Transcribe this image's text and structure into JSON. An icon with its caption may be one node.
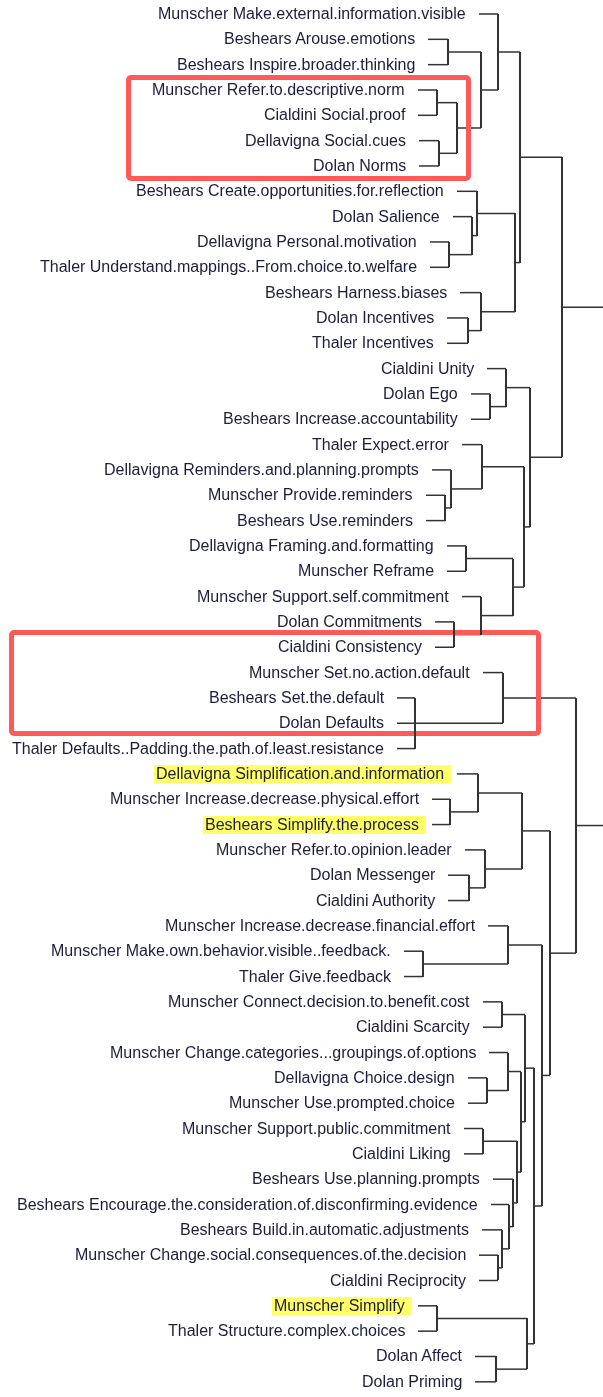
{
  "diagram": {
    "nodes": [
      {
        "text": [],
        "shape": "box"
      },
      {
        "text": [],
        "shape": "box"
      },
      {
        "text": [
          "Munscher Make.external.information.visible"
        ]
      },
      {
        "text": [
          "Beshears Arouse.emotions"
        ]
      },
      {
        "text": [
          "Beshears Inspire.broader.thinking"
        ]
      },
      {
        "text": [
          "Munscher Refer.to.descriptive.norm"
        ],
        "in": 0
      },
      {
        "text": [
          "Cialdini Social.proof"
        ],
        "in": 0
      },
      {
        "text": [
          "Dellavigna Social.cues"
        ],
        "in": 0
      },
      {
        "text": [
          "Dolan Norms"
        ],
        "in": 0
      },
      {
        "text": [
          "Beshears Create.opportunities.for.reflection"
        ]
      },
      {
        "text": [
          "Dolan Salience"
        ]
      },
      {
        "text": [
          "Dellavigna Personal.motivation"
        ]
      },
      {
        "text": [
          "Thaler Understand.mappings..From.choice.to.welfare"
        ]
      },
      {
        "text": [
          "Beshears Harness.biases"
        ]
      },
      {
        "text": [
          "Dolan Incentives"
        ]
      },
      {
        "text": [
          "Thaler Incentives"
        ]
      },
      {
        "text": [
          "Cialdini Unity"
        ]
      },
      {
        "text": [
          "Dolan Ego"
        ]
      },
      {
        "text": [
          "Beshears Increase.accountability"
        ]
      },
      {
        "text": [
          "Thaler Expect.error"
        ]
      },
      {
        "text": [
          "Dellavigna Reminders.and.planning.prompts"
        ]
      },
      {
        "text": [
          "Munscher Provide.reminders"
        ]
      },
      {
        "text": [
          "Beshears Use.reminders"
        ]
      },
      {
        "text": [
          "Dellavigna Framing.and.formatting"
        ]
      },
      {
        "text": [
          "Munscher Reframe"
        ]
      },
      {
        "text": [
          "Munscher Support.self.commitment"
        ]
      },
      {
        "text": [
          "Dolan Commitments"
        ]
      },
      {
        "text": [
          "Cialdini Consistency"
        ],
        "in": 1
      },
      {
        "text": [
          "Munscher Set.no.action.default"
        ],
        "in": 1
      },
      {
        "text": [
          "Beshears Set.the.default"
        ],
        "in": 1
      },
      {
        "text": [
          "Dolan Defaults"
        ],
        "in": 1
      },
      {
        "text": [
          "Thaler Defaults..Padding.the.path.of.least.resistance"
        ]
      },
      {
        "text": [
          "Dellavigna Simplification.and.information"
        ]
      },
      {
        "text": [
          "Munscher Increase.decrease.physical.effort"
        ]
      },
      {
        "text": [
          "Beshears Simplify.the.process"
        ]
      },
      {
        "text": [
          "Munscher Refer.to.opinion.leader"
        ]
      },
      {
        "text": [
          "Dolan Messenger"
        ]
      },
      {
        "text": [
          "Cialdini Authority"
        ]
      },
      {
        "text": [
          "Munscher Increase.decrease.financial.effort"
        ]
      },
      {
        "text": [
          "Munscher Make.own.behavior.visible..feedback."
        ]
      },
      {
        "text": [
          "Thaler Give.feedback"
        ]
      },
      {
        "text": [
          "Munscher Connect.decision.to.benefit.cost"
        ]
      },
      {
        "text": [
          "Cialdini Scarcity"
        ]
      },
      {
        "text": [
          "Munscher Change.categories...groupings.of.options"
        ]
      },
      {
        "text": [
          "Dellavigna Choice.design"
        ]
      },
      {
        "text": [
          "Munscher Use.prompted.choice"
        ]
      },
      {
        "text": [
          "Munscher Support.public.commitment"
        ]
      },
      {
        "text": [
          "Cialdini Liking"
        ]
      },
      {
        "text": [
          "Beshears Use.planning.prompts"
        ]
      },
      {
        "text": [
          "Beshears Encourage.the.consideration.of.disconfirming.evidence"
        ]
      },
      {
        "text": [
          "Beshears Build.in.automatic.adjustments"
        ]
      },
      {
        "text": [
          "Munscher Change.social.consequences.of.the.decision"
        ]
      },
      {
        "text": [
          "Cialdini Reciprocity"
        ]
      },
      {
        "text": [
          "Munscher Simplify"
        ]
      },
      {
        "text": [
          "Thaler Structure.complex.choices"
        ]
      },
      {
        "text": [
          "Dolan Affect"
        ]
      },
      {
        "text": [
          "Dolan Priming"
        ]
      },
      {
        "text": [],
        "shape": "bar"
      },
      {
        "text": [],
        "shape": "bar",
        "in": 0
      },
      {
        "text": [],
        "shape": "bar",
        "in": 0
      },
      {
        "text": [],
        "shape": "bar",
        "in": 0
      },
      {
        "text": [],
        "shape": "bar"
      },
      {
        "text": [],
        "shape": "bar"
      },
      {
        "text": [],
        "shape": "bar"
      },
      {
        "text": [],
        "shape": "bar"
      },
      {
        "text": [],
        "shape": "bar"
      },
      {
        "text": [],
        "shape": "bar"
      },
      {
        "text": [],
        "shape": "bar"
      },
      {
        "text": [],
        "shape": "bar"
      },
      {
        "text": [],
        "shape": "bar"
      },
      {
        "text": [],
        "shape": "bar"
      },
      {
        "text": [],
        "shape": "bar"
      },
      {
        "text": [],
        "shape": "bar"
      },
      {
        "text": [],
        "shape": "bar"
      },
      {
        "text": [],
        "shape": "bar"
      },
      {
        "text": [],
        "shape": "bar"
      },
      {
        "text": [],
        "shape": "bar"
      },
      {
        "text": [],
        "shape": "bar"
      },
      {
        "text": [],
        "shape": "bar"
      },
      {
        "text": [],
        "shape": "bar"
      },
      {
        "text": [],
        "shape": "bar"
      },
      {
        "text": [],
        "shape": "bar"
      },
      {
        "text": [],
        "shape": "bar"
      },
      {
        "text": [],
        "shape": "bar",
        "in": 1
      },
      {
        "text": [],
        "shape": "bar"
      },
      {
        "text": [],
        "shape": "bar"
      },
      {
        "text": [],
        "shape": "bar"
      },
      {
        "text": [],
        "shape": "bar"
      },
      {
        "text": [],
        "shape": "bar"
      },
      {
        "text": [],
        "shape": "bar"
      },
      {
        "text": [],
        "shape": "bar"
      },
      {
        "text": [],
        "shape": "bar"
      },
      {
        "text": [],
        "shape": "bar"
      },
      {
        "text": [],
        "shape": "bar"
      },
      {
        "text": [],
        "shape": "bar"
      },
      {
        "text": [],
        "shape": "bar"
      },
      {
        "text": [],
        "shape": "bar"
      },
      {
        "text": [],
        "shape": "bar"
      },
      {
        "text": [],
        "shape": "bar"
      },
      {
        "text": [],
        "shape": "bar"
      },
      {
        "text": [],
        "shape": "bar"
      },
      {
        "text": [],
        "shape": "bar"
      },
      {
        "text": [],
        "shape": "bar"
      },
      {
        "text": [],
        "shape": "bar"
      },
      {
        "text": [],
        "shape": "bar"
      },
      {
        "text": [],
        "shape": "bar"
      },
      {
        "text": [],
        "shape": "bar"
      },
      {
        "text": [],
        "shape": "bar"
      },
      {
        "text": [],
        "shape": "bar"
      }
    ],
    "edges": [
      {
        "from": 3,
        "to": 57,
        "arrow": "none"
      },
      {
        "from": 4,
        "to": 57,
        "arrow": "none"
      },
      {
        "from": 5,
        "to": 58,
        "arrow": "none"
      },
      {
        "from": 6,
        "to": 58,
        "arrow": "none"
      },
      {
        "from": 7,
        "to": 59,
        "arrow": "none"
      },
      {
        "from": 8,
        "to": 59,
        "arrow": "none"
      },
      {
        "from": 58,
        "to": 60,
        "arrow": "none"
      },
      {
        "from": 59,
        "to": 60,
        "arrow": "none"
      },
      {
        "from": 57,
        "to": 61,
        "arrow": "none"
      },
      {
        "from": 60,
        "to": 61,
        "arrow": "none"
      },
      {
        "from": 2,
        "to": 62,
        "arrow": "none"
      },
      {
        "from": 61,
        "to": 62,
        "arrow": "none"
      },
      {
        "from": 11,
        "to": 63,
        "arrow": "none"
      },
      {
        "from": 12,
        "to": 63,
        "arrow": "none"
      },
      {
        "from": 10,
        "to": 64,
        "arrow": "none"
      },
      {
        "from": 63,
        "to": 64,
        "arrow": "none"
      },
      {
        "from": 9,
        "to": 65,
        "arrow": "none"
      },
      {
        "from": 64,
        "to": 65,
        "arrow": "none"
      },
      {
        "from": 14,
        "to": 66,
        "arrow": "none"
      },
      {
        "from": 15,
        "to": 66,
        "arrow": "none"
      },
      {
        "from": 13,
        "to": 67,
        "arrow": "none"
      },
      {
        "from": 66,
        "to": 67,
        "arrow": "none"
      },
      {
        "from": 65,
        "to": 68,
        "arrow": "none"
      },
      {
        "from": 67,
        "to": 68,
        "arrow": "none"
      },
      {
        "from": 62,
        "to": 69,
        "arrow": "none"
      },
      {
        "from": 68,
        "to": 69,
        "arrow": "none"
      },
      {
        "from": 17,
        "to": 70,
        "arrow": "none"
      },
      {
        "from": 18,
        "to": 70,
        "arrow": "none"
      },
      {
        "from": 16,
        "to": 71,
        "arrow": "none"
      },
      {
        "from": 70,
        "to": 71,
        "arrow": "none"
      },
      {
        "from": 21,
        "to": 72,
        "arrow": "none"
      },
      {
        "from": 22,
        "to": 72,
        "arrow": "none"
      },
      {
        "from": 20,
        "to": 73,
        "arrow": "none"
      },
      {
        "from": 72,
        "to": 73,
        "arrow": "none"
      },
      {
        "from": 19,
        "to": 74,
        "arrow": "none"
      },
      {
        "from": 73,
        "to": 74,
        "arrow": "none"
      },
      {
        "from": 23,
        "to": 75,
        "arrow": "none"
      },
      {
        "from": 24,
        "to": 75,
        "arrow": "none"
      },
      {
        "from": 26,
        "to": 76,
        "arrow": "none"
      },
      {
        "from": 27,
        "to": 76,
        "arrow": "none"
      },
      {
        "from": 25,
        "to": 77,
        "arrow": "none"
      },
      {
        "from": 76,
        "to": 77,
        "arrow": "none"
      },
      {
        "from": 75,
        "to": 78,
        "arrow": "none"
      },
      {
        "from": 77,
        "to": 78,
        "arrow": "none"
      },
      {
        "from": 74,
        "to": 79,
        "arrow": "none"
      },
      {
        "from": 78,
        "to": 79,
        "arrow": "none"
      },
      {
        "from": 71,
        "to": 80,
        "arrow": "none"
      },
      {
        "from": 79,
        "to": 80,
        "arrow": "none"
      },
      {
        "from": 69,
        "to": 81,
        "arrow": "none"
      },
      {
        "from": 80,
        "to": 81,
        "arrow": "none"
      },
      {
        "from": 29,
        "to": 82,
        "arrow": "none"
      },
      {
        "from": 30,
        "to": 82,
        "arrow": "none"
      },
      {
        "from": 31,
        "to": 82,
        "arrow": "none"
      },
      {
        "from": 28,
        "to": 83,
        "arrow": "none"
      },
      {
        "from": 82,
        "to": 83,
        "arrow": "none"
      },
      {
        "from": 33,
        "to": 84,
        "arrow": "none"
      },
      {
        "from": 34,
        "to": 84,
        "arrow": "none"
      },
      {
        "from": 32,
        "to": 85,
        "arrow": "none"
      },
      {
        "from": 84,
        "to": 85,
        "arrow": "none"
      },
      {
        "from": 36,
        "to": 86,
        "arrow": "none"
      },
      {
        "from": 37,
        "to": 86,
        "arrow": "none"
      },
      {
        "from": 35,
        "to": 87,
        "arrow": "none"
      },
      {
        "from": 86,
        "to": 87,
        "arrow": "none"
      },
      {
        "from": 85,
        "to": 88,
        "arrow": "none"
      },
      {
        "from": 87,
        "to": 88,
        "arrow": "none"
      },
      {
        "from": 39,
        "to": 89,
        "arrow": "none"
      },
      {
        "from": 40,
        "to": 89,
        "arrow": "none"
      },
      {
        "from": 38,
        "to": 90,
        "arrow": "none"
      },
      {
        "from": 89,
        "to": 90,
        "arrow": "none"
      },
      {
        "from": 41,
        "to": 91,
        "arrow": "none"
      },
      {
        "from": 42,
        "to": 91,
        "arrow": "none"
      },
      {
        "from": 44,
        "to": 92,
        "arrow": "none"
      },
      {
        "from": 45,
        "to": 92,
        "arrow": "none"
      },
      {
        "from": 43,
        "to": 93,
        "arrow": "none"
      },
      {
        "from": 92,
        "to": 93,
        "arrow": "none"
      },
      {
        "from": 46,
        "to": 94,
        "arrow": "none"
      },
      {
        "from": 47,
        "to": 94,
        "arrow": "none"
      },
      {
        "from": 51,
        "to": 95,
        "arrow": "none"
      },
      {
        "from": 52,
        "to": 95,
        "arrow": "none"
      },
      {
        "from": 50,
        "to": 96,
        "arrow": "none"
      },
      {
        "from": 95,
        "to": 96,
        "arrow": "none"
      },
      {
        "from": 49,
        "to": 97,
        "arrow": "none"
      },
      {
        "from": 96,
        "to": 97,
        "arrow": "none"
      },
      {
        "from": 48,
        "to": 98,
        "arrow": "none"
      },
      {
        "from": 97,
        "to": 98,
        "arrow": "none"
      },
      {
        "from": 94,
        "to": 99,
        "arrow": "none"
      },
      {
        "from": 98,
        "to": 99,
        "arrow": "none"
      },
      {
        "from": 93,
        "to": 100,
        "arrow": "none"
      },
      {
        "from": 99,
        "to": 100,
        "arrow": "none"
      },
      {
        "from": 91,
        "to": 101,
        "arrow": "none"
      },
      {
        "from": 100,
        "to": 101,
        "arrow": "none"
      },
      {
        "from": 53,
        "to": 102,
        "arrow": "none"
      },
      {
        "from": 54,
        "to": 102,
        "arrow": "none"
      },
      {
        "from": 55,
        "to": 103,
        "arrow": "none"
      },
      {
        "from": 56,
        "to": 103,
        "arrow": "none"
      },
      {
        "from": 102,
        "to": 104,
        "arrow": "none"
      },
      {
        "from": 103,
        "to": 104,
        "arrow": "none"
      },
      {
        "from": 101,
        "to": 105,
        "arrow": "none"
      },
      {
        "from": 104,
        "to": 105,
        "arrow": "none"
      },
      {
        "from": 90,
        "to": 106,
        "arrow": "none"
      },
      {
        "from": 105,
        "to": 106,
        "arrow": "none"
      },
      {
        "from": 88,
        "to": 107,
        "arrow": "none"
      },
      {
        "from": 106,
        "to": 107,
        "arrow": "none"
      },
      {
        "from": 83,
        "to": 108,
        "arrow": "none"
      },
      {
        "from": 107,
        "to": 108,
        "arrow": "none"
      },
      {
        "from": 81,
        "to": null,
        "arrow": "none"
      },
      {
        "from": 108,
        "to": null,
        "arrow": "none"
      }
    ]
  }
}
